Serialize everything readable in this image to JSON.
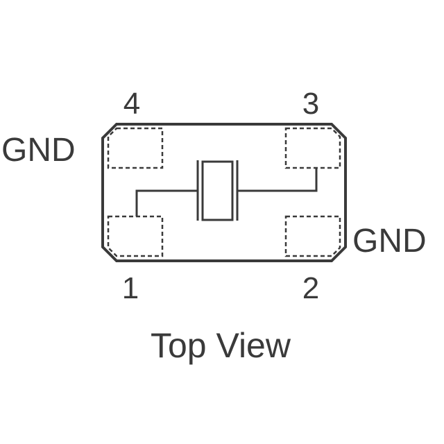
{
  "colors": {
    "ink": "#3a3a3a",
    "background": "#ffffff"
  },
  "pins": {
    "pin4": "4",
    "pin3": "3",
    "pin1": "1",
    "pin2": "2"
  },
  "gnd_left": "GND",
  "gnd_right": "GND",
  "caption": "Top View",
  "icons": {
    "crystal": "crystal-symbol-icon"
  }
}
